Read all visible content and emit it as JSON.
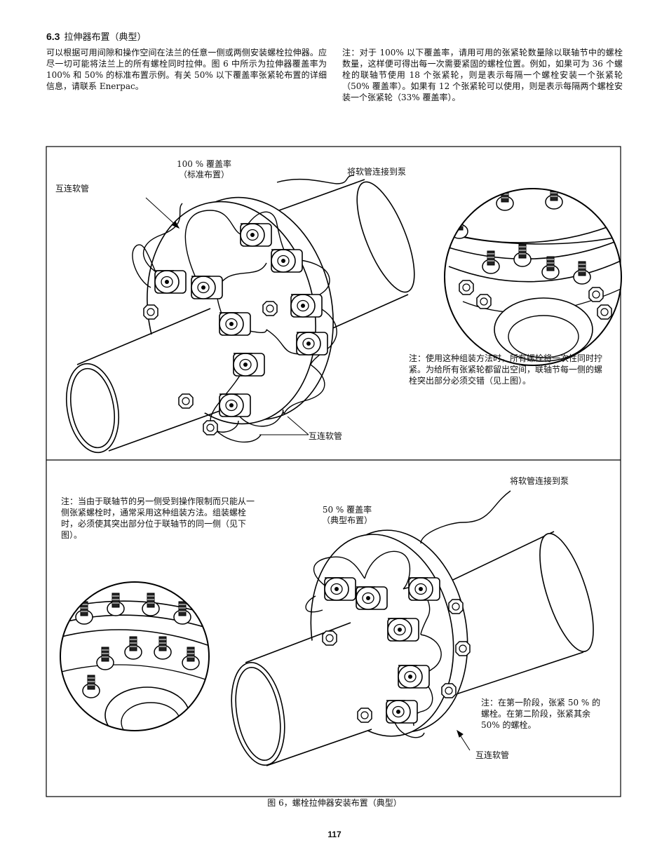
{
  "section": {
    "number": "6.3",
    "title": "拉伸器布置（典型）",
    "left_paragraph": "可以根据可用间隙和操作空间在法兰的任意一侧或两侧安装螺栓拉伸器。应尽一切可能将法兰上的所有螺栓同时拉伸。图 6 中所示为拉伸器覆盖率为 100% 和 50% 的标准布置示例。有关 50% 以下覆盖率张紧轮布置的详细信息，请联系 Enerpac。",
    "right_paragraph": "注：对于 100% 以下覆盖率，请用可用的张紧轮数量除以联轴节中的螺栓数量，这样便可得出每一次需要紧固的螺栓位置。例如，如果可为 36 个螺栓的联轴节使用 18 个张紧轮，则是表示每隔一个螺栓安装一个张紧轮（50% 覆盖率）。如果有 12 个张紧轮可以使用，则是表示每隔两个螺栓安装一个张紧轮（33% 覆盖率）。"
  },
  "figure_top": {
    "coverage_line1": "100 % 覆盖率",
    "coverage_line2": "（标准布置）",
    "label_interconnect_left": "互连软管",
    "label_connect_pump": "将软管连接到泵",
    "label_interconnect_bottom": "互连软管",
    "note": "注：使用这种组装方法时，所有螺栓将一次性同时拧紧。为给所有张紧轮都留出空间，联轴节每一侧的螺栓突出部分必须交错（见上图）。"
  },
  "figure_bottom": {
    "label_connect_pump": "将软管连接到泵",
    "note_left": "注：当由于联轴节的另一侧受到操作限制而只能从一侧张紧螺栓时，通常采用这种组装方法。组装螺栓时，必须使其突出部分位于联轴节的同一侧（见下图）。",
    "coverage_line1": "50 % 覆盖率",
    "coverage_line2": "（典型布置）",
    "note_right": "注：在第一阶段，张紧 50 % 的螺栓。在第二阶段，张紧其余 50% 的螺栓。",
    "label_interconnect": "互连软管"
  },
  "caption": "图 6，螺栓拉伸器安装布置（典型）",
  "page_number": "117"
}
